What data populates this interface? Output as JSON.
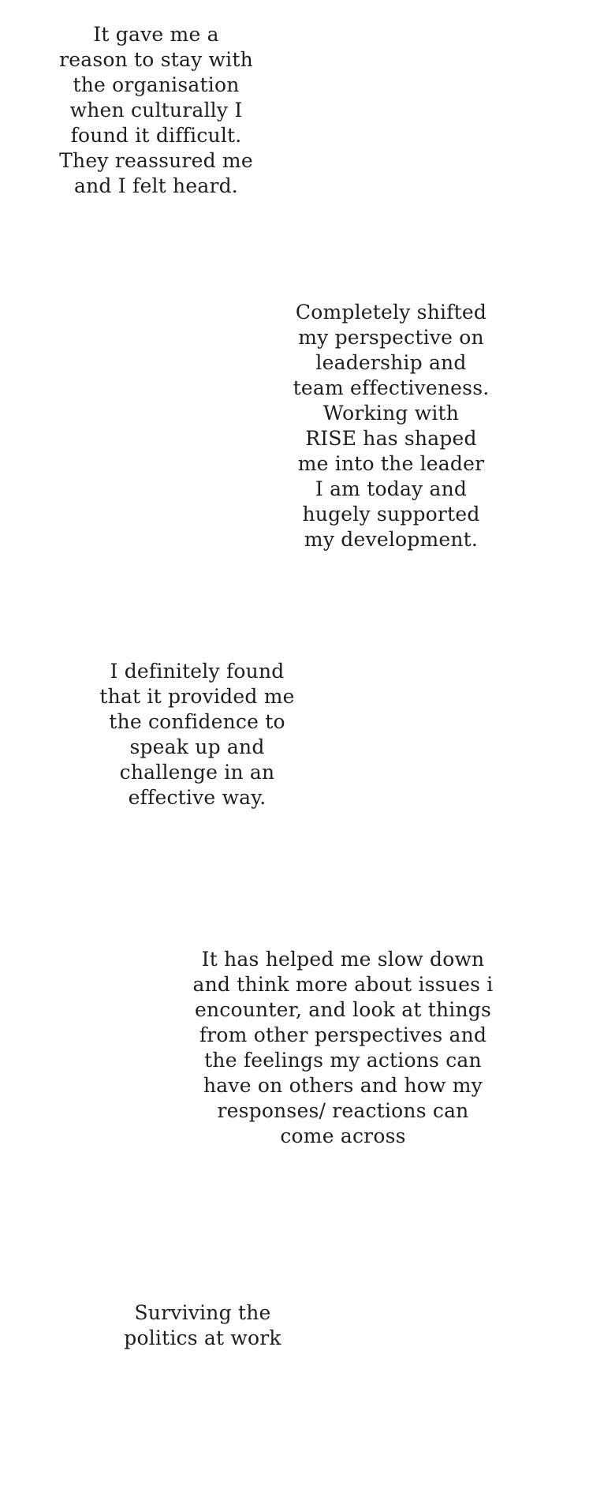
{
  "quotes": [
    {
      "text": "It gave me a\nreason to stay with\nthe organisation\nwhen culturally I\nfound it difficult.\nThey reassured me\nand I felt heard."
    },
    {
      "text": "Completely shifted\nmy perspective on\nleadership and\nteam effectiveness.\nWorking with\nRISE has shaped\nme into the leader\nI am today and\nhugely supported\nmy development."
    },
    {
      "text": "I definitely found\nthat it provided me\nthe confidence to\nspeak up and\nchallenge in an\neffective way."
    },
    {
      "text": "It has helped me slow down\nand think more about issues i\nencounter, and look at things\nfrom other perspectives and\nthe feelings my actions can\nhave on others and how my\nresponses/ reactions can\ncome across"
    },
    {
      "text": "Surviving the\npolitics at work"
    }
  ]
}
